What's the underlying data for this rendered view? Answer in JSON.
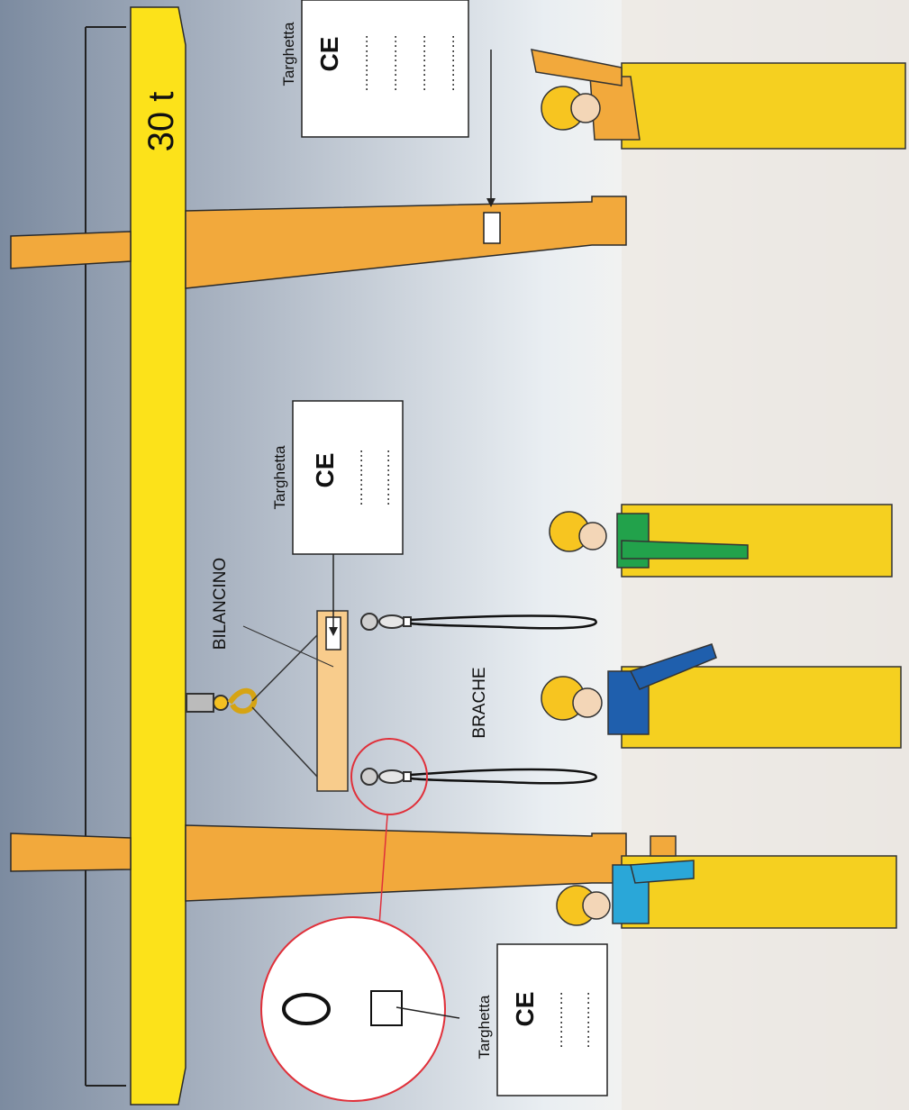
{
  "beam": {
    "capacity_label": "30 t"
  },
  "labels": {
    "spreader_beam": "BILANCINO",
    "slings": "BRACHE"
  },
  "nameplates": [
    {
      "title": "Targhetta",
      "mark": "CE",
      "lines": [
        "…………",
        "…………",
        "…………",
        "…………"
      ]
    },
    {
      "title": "Targhetta",
      "mark": "CE",
      "lines": [
        "…………",
        "…………"
      ]
    },
    {
      "title": "Targhetta",
      "mark": "CE",
      "lines": [
        "…………",
        "…………"
      ]
    }
  ],
  "colors": {
    "beam_yellow": "#fce21a",
    "leg_orange": "#f2a93c",
    "spreader_orange": "#f8cc8c",
    "detail_circle_red": "#e0303a",
    "helmet_yellow": "#f7c520",
    "trousers_yellow": "#f5d020"
  }
}
